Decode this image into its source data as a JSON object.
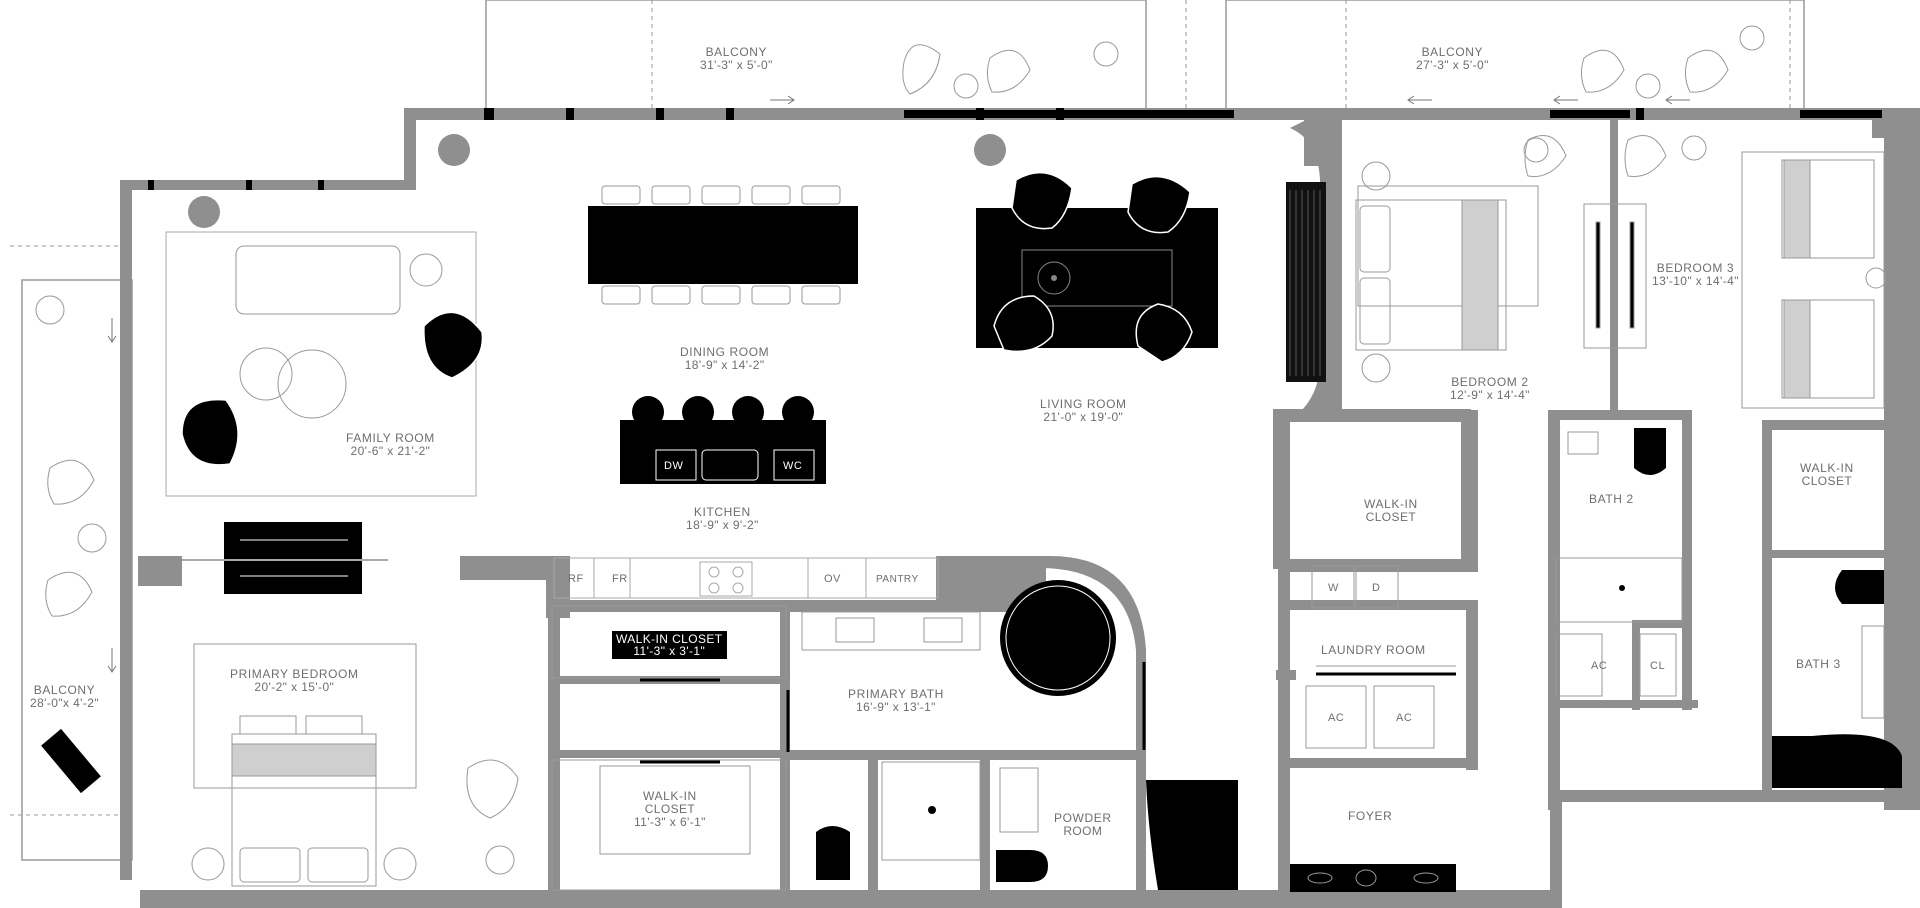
{
  "colors": {
    "wall": "#8f8f8f",
    "furniture": "#000000",
    "line": "#9a9a9a",
    "text": "#6e6e6e"
  },
  "rooms": {
    "balcony_top_left": {
      "name": "BALCONY",
      "dim": "31'-3\" x 5'-0\""
    },
    "balcony_top_right": {
      "name": "BALCONY",
      "dim": "27'-3\" x 5'-0\""
    },
    "balcony_left": {
      "name": "BALCONY",
      "dim": "28'-0\"x 4'-2\""
    },
    "family_room": {
      "name": "FAMILY ROOM",
      "dim": "20'-6\" x 21'-2\""
    },
    "dining_room": {
      "name": "DINING ROOM",
      "dim": "18'-9\" x 14'-2\""
    },
    "living_room": {
      "name": "LIVING ROOM",
      "dim": "21'-0\" x 19'-0\""
    },
    "kitchen": {
      "name": "KITCHEN",
      "dim": "18'-9\" x 9'-2\""
    },
    "bedroom_2": {
      "name": "BEDROOM 2",
      "dim": "12'-9\" x 14'-4\""
    },
    "bedroom_3": {
      "name": "BEDROOM 3",
      "dim": "13'-10\" x 14'-4\""
    },
    "walkin_closet_center": {
      "name": "WALK-IN",
      "name2": "CLOSET"
    },
    "walkin_closet_right": {
      "name": "WALK-IN",
      "name2": "CLOSET"
    },
    "bath_2": {
      "name": "BATH 2"
    },
    "bath_3": {
      "name": "BATH 3"
    },
    "laundry_room": {
      "name": "LAUNDRY ROOM"
    },
    "primary_bedroom": {
      "name": "PRIMARY BEDROOM",
      "dim": "20'-2\" x 15'-0\""
    },
    "walkin_closet_primary_top": {
      "name": "WALK-IN CLOSET",
      "dim": "11'-3\" x 3'-1\""
    },
    "walkin_closet_primary_bottom": {
      "name": "WALK-IN",
      "name2": "CLOSET",
      "dim": "11'-3\" x 6'-1\""
    },
    "primary_bath": {
      "name": "PRIMARY BATH",
      "dim": "16'-9\" x 13'-1\""
    },
    "powder_room": {
      "name": "POWDER",
      "name2": "ROOM"
    },
    "foyer": {
      "name": "FOYER"
    }
  },
  "appliances": {
    "dw": "DW",
    "wc": "WC",
    "rf": "RF",
    "fr": "FR",
    "ov": "OV",
    "pantry": "PANTRY",
    "washer": "W",
    "dryer": "D",
    "ac1": "AC",
    "ac2": "AC",
    "ac3": "AC",
    "cl": "CL"
  }
}
